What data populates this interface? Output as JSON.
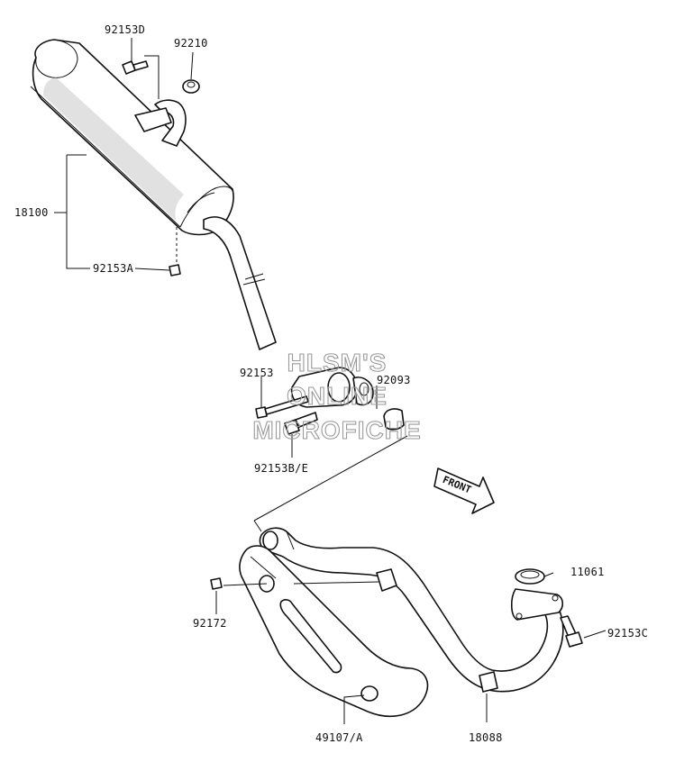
{
  "watermark": {
    "line1": "HLSM'S",
    "line2": "ONLINE",
    "line3": "MICROFICHE"
  },
  "direction_arrow": "FRONT",
  "labels": {
    "p92153D": "92153D",
    "p92210": "92210",
    "p18100": "18100",
    "p92153A": "92153A",
    "p92153": "92153",
    "p92093": "92093",
    "p92153BE": "92153B/E",
    "p11061": "11061",
    "p92153C": "92153C",
    "p92172": "92172",
    "p49107A": "49107/A",
    "p18088": "18088"
  }
}
